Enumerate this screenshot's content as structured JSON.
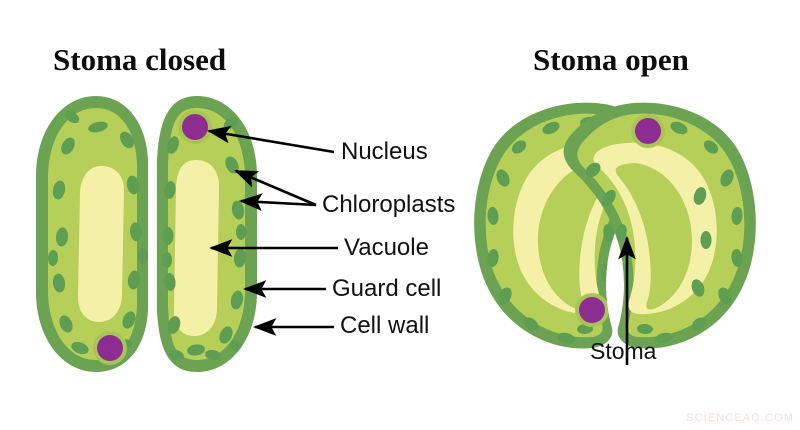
{
  "diagram": {
    "subject": "Stoma / guard cell structure",
    "panels": [
      {
        "id": "closed",
        "title": "Stoma closed"
      },
      {
        "id": "open",
        "title": "Stoma open"
      }
    ]
  },
  "labels": {
    "nucleus": "Nucleus",
    "chloroplasts": "Chloroplasts",
    "vacuole": "Vacuole",
    "guard_cell": "Guard cell",
    "cell_wall": "Cell wall",
    "stoma": "Stoma"
  },
  "watermark": {
    "text": "SCIENCEAQ.COM"
  },
  "colors": {
    "background": "#ffffff",
    "cell_wall": "#6ba352",
    "cytoplasm": "#b6cf59",
    "vacuole": "#f4f0a8",
    "chloroplast": "#5d9e52",
    "nucleus": "#8e2d91",
    "nucleus_halo": "#a8c456",
    "arrow": "#000000",
    "title_text": "#0d0d0d",
    "label_text": "#111111",
    "watermark_text": "#f7dede"
  },
  "structures": {
    "closed": {
      "left_cell": {
        "nucleus_count": 1,
        "chloroplast_count": 17,
        "vacuole_count": 1
      },
      "right_cell": {
        "nucleus_count": 1,
        "chloroplast_count": 17,
        "vacuole_count": 1
      },
      "pore_open": false
    },
    "open": {
      "left_cell": {
        "nucleus_count": 1,
        "chloroplast_count": 16,
        "vacuole_count": 1
      },
      "right_cell": {
        "nucleus_count": 1,
        "chloroplast_count": 16,
        "vacuole_count": 1
      },
      "pore_open": true
    }
  }
}
